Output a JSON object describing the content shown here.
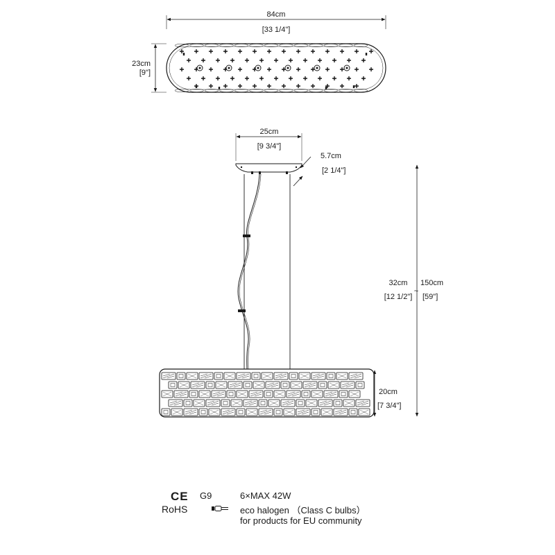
{
  "top_view": {
    "width_cm": "84cm",
    "width_in": "[33 1/4\"]",
    "depth_cm": "23cm",
    "depth_in": "[9\"]"
  },
  "side_view": {
    "canopy_width_cm": "25cm",
    "canopy_width_in": "[9 3/4\"]",
    "canopy_height_cm": "5.7cm",
    "canopy_height_in": "[2 1/4\"]",
    "min_drop_cm": "32cm",
    "min_drop_in": "[12 1/2\"]",
    "range_sep": "~",
    "max_drop_cm": "150cm",
    "max_drop_in": "[59\"]",
    "body_height_cm": "20cm",
    "body_height_in": "[7 3/4\"]"
  },
  "specs": {
    "ce_mark": "CE",
    "rohs": "RoHS",
    "socket": "G9",
    "power": "6×MAX 42W",
    "bulb_type": "eco halogen （Class C bulbs）",
    "region": "for  products for EU community"
  },
  "bulb_icon": "g9-bulb-icon",
  "colors": {
    "line": "#1a1a1a"
  }
}
